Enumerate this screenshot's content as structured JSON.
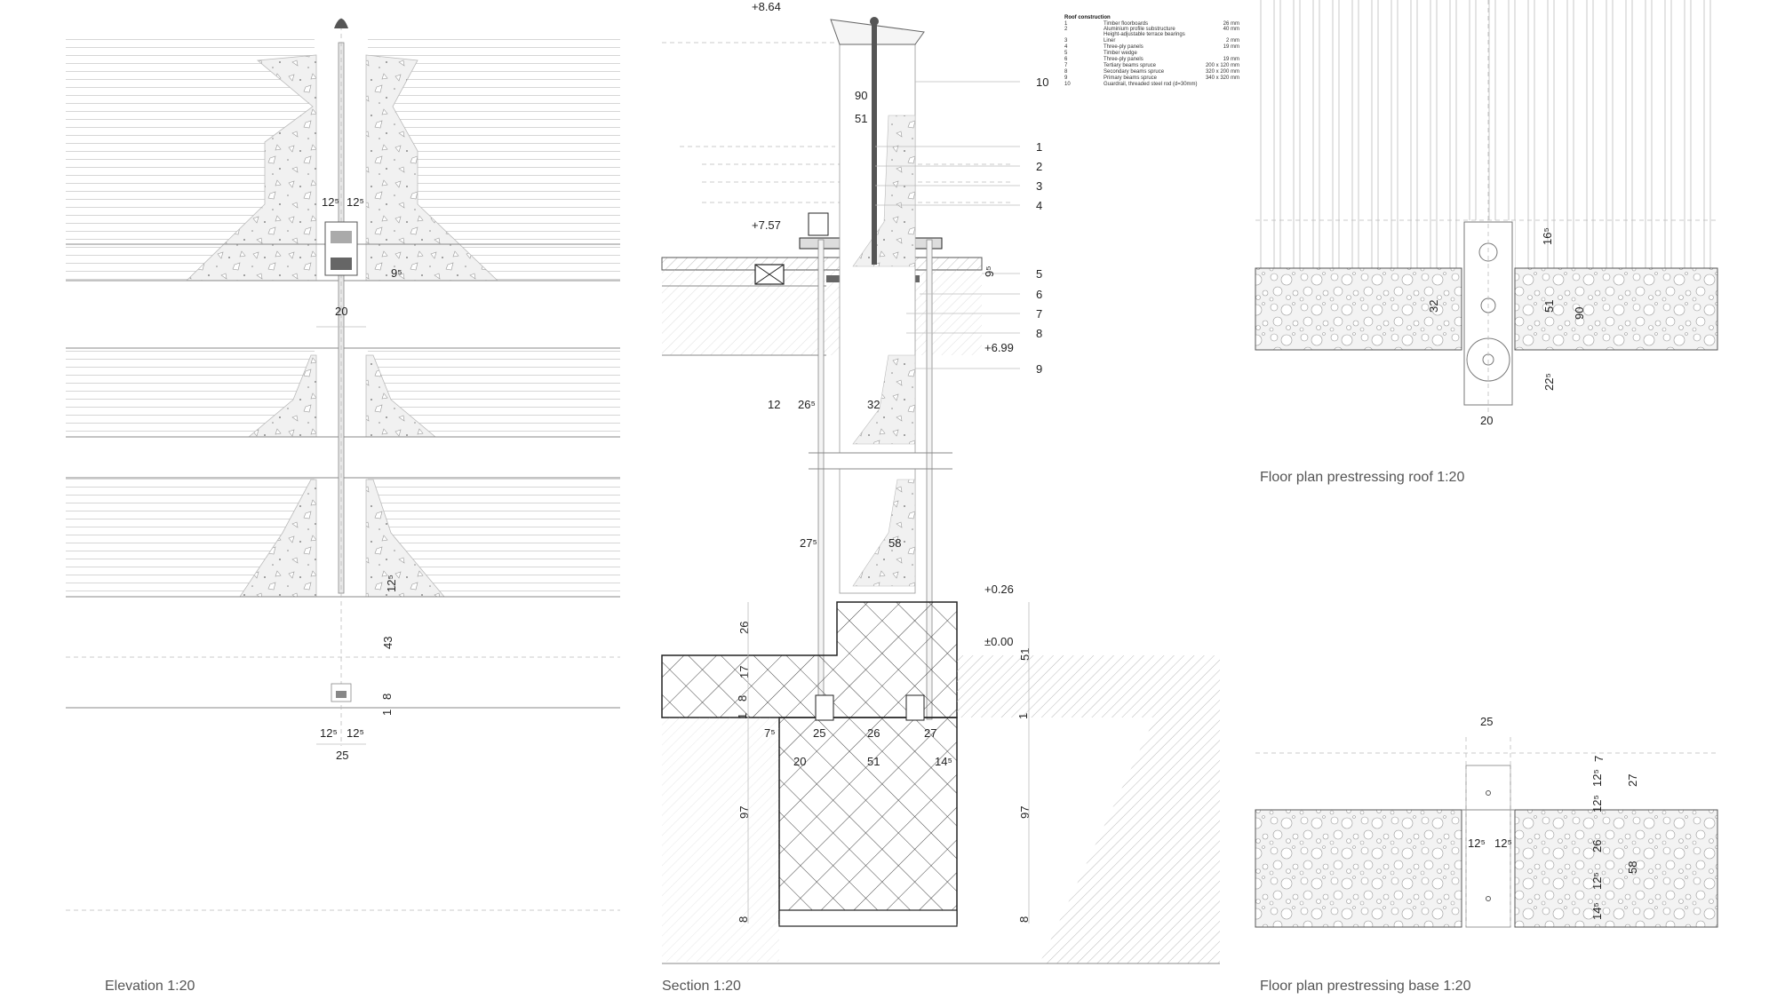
{
  "captions": {
    "elevation": "Elevation 1:20",
    "section": "Section 1:20",
    "plan_roof": "Floor plan prestressing roof 1:20",
    "plan_base": "Floor plan prestressing base 1:20"
  },
  "legend": {
    "title": "Roof construction",
    "items": [
      {
        "num": "1",
        "label": "Timber floorboards",
        "value": "26 mm"
      },
      {
        "num": "2",
        "label": "Aluminium profile substructure",
        "value": "40 mm"
      },
      {
        "num": "",
        "label": "Height-adjustable terrace bearings",
        "value": ""
      },
      {
        "num": "3",
        "label": "Liner",
        "value": "2 mm"
      },
      {
        "num": "4",
        "label": "Three-ply panels",
        "value": "19 mm"
      },
      {
        "num": "5",
        "label": "Timber wedge",
        "value": ""
      },
      {
        "num": "6",
        "label": "Three-ply panels",
        "value": "19 mm"
      },
      {
        "num": "7",
        "label": "Tertiary beams spruce",
        "value": "200 x 120 mm"
      },
      {
        "num": "8",
        "label": "Secondary beams spruce",
        "value": "320 x 200 mm"
      },
      {
        "num": "9",
        "label": "Primary beams spruce",
        "value": "340 x 320 mm"
      },
      {
        "num": "10",
        "label": "Guardrail, threaded steel rod (d=30mm)",
        "value": ""
      }
    ]
  },
  "elevation": {
    "dims": {
      "a": "12⁵",
      "b": "12⁵",
      "c": "9⁵",
      "d": "20",
      "e": "12⁵",
      "f": "43",
      "g": "8",
      "h": "1",
      "i": "12⁵",
      "j": "12⁵",
      "k": "25"
    }
  },
  "section": {
    "levels": {
      "top": "+8.64",
      "roof": "+7.57",
      "beam": "+6.99",
      "plinth": "+0.26",
      "ground": "±0.00"
    },
    "callouts": [
      "10",
      "1",
      "2",
      "3",
      "4",
      "5",
      "6",
      "7",
      "8",
      "9"
    ],
    "dims": {
      "d90": "90",
      "d51": "51",
      "d95": "9⁵",
      "d12": "12",
      "d265": "26⁵",
      "d32": "32",
      "d275": "27⁵",
      "d58": "58",
      "d26": "26",
      "d17": "17",
      "d8a": "8",
      "d1a": "1",
      "d51r": "51",
      "d1r": "1",
      "d75": "7⁵",
      "d25": "25",
      "d26b": "26",
      "d27": "27",
      "d20": "20",
      "d51b": "51",
      "d145": "14⁵",
      "d97": "97",
      "d97r": "97",
      "d8b": "8",
      "d8r": "8"
    }
  },
  "plan_roof": {
    "dims": {
      "a": "16⁵",
      "b": "32",
      "c": "51",
      "d": "90",
      "e": "22⁵",
      "f": "20"
    }
  },
  "plan_base": {
    "dims": {
      "a": "25",
      "b": "7",
      "c": "12⁵",
      "d": "27",
      "e": "12⁵",
      "f": "12⁵",
      "g": "12⁵",
      "h": "26",
      "i": "12⁵",
      "j": "58",
      "k": "14⁵"
    }
  }
}
